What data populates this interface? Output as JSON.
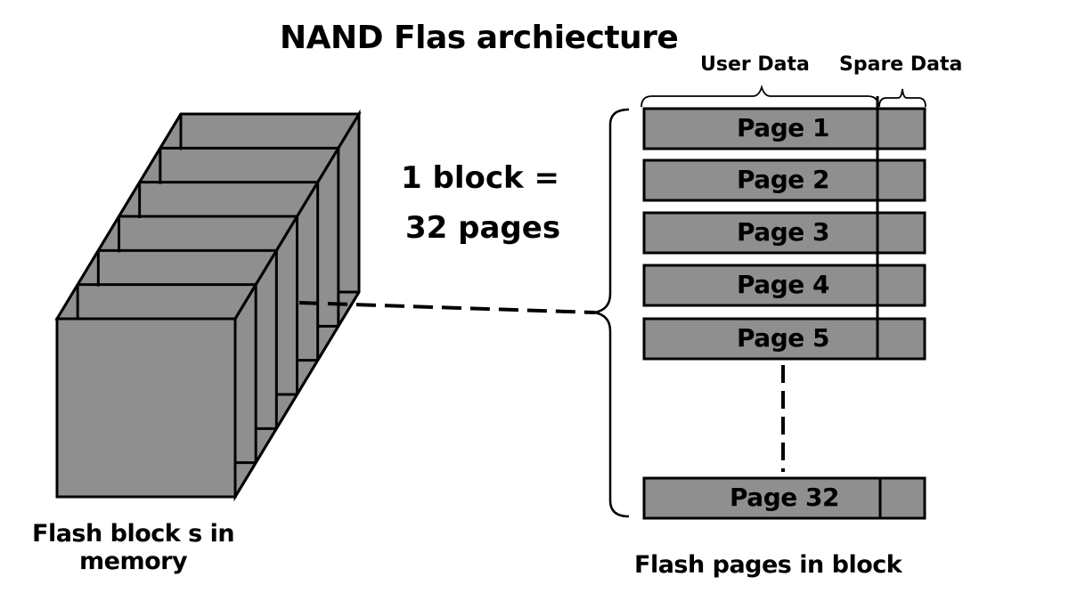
{
  "title": "NAND Flas archiecture",
  "labels": {
    "user_data": "User Data",
    "spare_data": "Spare Data",
    "block_equation_line1": "1 block =",
    "block_equation_line2": "32 pages",
    "blocks_caption_line1": "Flash  block s in",
    "blocks_caption_line2": "memory",
    "pages_caption": "Flash  pages in block"
  },
  "colors": {
    "fill": "#8f8f8f",
    "stroke": "#000000",
    "background": "#ffffff"
  },
  "block_stack": {
    "slice_count": 6
  },
  "pages": [
    {
      "label": "Page 1"
    },
    {
      "label": "Page 2"
    },
    {
      "label": "Page 3"
    },
    {
      "label": "Page 4"
    },
    {
      "label": "Page 5"
    },
    {
      "label": "Page 32",
      "after_ellipsis": true
    }
  ]
}
